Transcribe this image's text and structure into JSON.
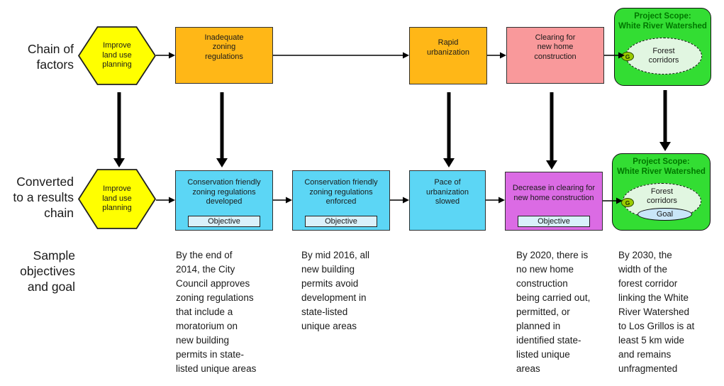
{
  "colors": {
    "strategy_yellow": "#FFFF00",
    "factor_orange": "#FFB717",
    "threat_pink": "#F9999B",
    "result_cyan": "#5CD6F5",
    "objective_result_magenta": "#DB6BE4",
    "scope_green": "#33DD33",
    "scope_title_green": "#007700",
    "target_ellipse_green": "#E1F6E1",
    "annotation_light_blue": "#D9F1FB",
    "goal_light_blue": "#C9E6F8",
    "target_icon_green": "#9BCC00",
    "arrow_black": "#000000"
  },
  "row_labels": {
    "factors": "Chain of\nfactors",
    "results": "Converted\nto a results\nchain",
    "objectives": "Sample\nobjectives\nand goal"
  },
  "factors_chain": {
    "strategy": "Improve\nland use\nplanning",
    "factor1": "Inadequate\nzoning\nregulations",
    "factor2": "Rapid\nurbanization",
    "direct_threat": "Clearing for\nnew home\nconstruction",
    "scope": {
      "title": "Project Scope:\nWhite River Watershed",
      "target": "Forest\ncorridors",
      "target_icon": "G"
    }
  },
  "results_chain": {
    "strategy": "Improve\nland use\nplanning",
    "result1": "Conservation friendly\nzoning regulations\ndeveloped",
    "result2": "Conservation friendly\nzoning regulations\nenforced",
    "result3": "Pace of\nurbanization\nslowed",
    "result4": "Decrease in clearing for\nnew home construction",
    "objective_label": "Objective",
    "scope": {
      "title": "Project Scope:\nWhite River Watershed",
      "target": "Forest\ncorridors",
      "goal_label": "Goal",
      "target_icon": "G"
    }
  },
  "sample_objectives": {
    "objective_2014": "By the end of\n2014, the City\nCouncil approves\nzoning regulations\nthat include a\nmoratorium on\nnew building\npermits in state-\nlisted unique areas",
    "objective_2016": "By mid 2016, all\nnew building\npermits avoid\ndevelopment in\nstate-listed\nunique areas",
    "objective_2020": "By 2020, there is\nno new home\nconstruction\nbeing carried out,\npermitted, or\nplanned in\nidentified state-\nlisted unique\nareas",
    "goal_2030": "By 2030, the\nwidth of the\nforest corridor\nlinking the White\nRiver Watershed\nto Los Grillos is at\nleast 5 km wide\nand remains\nunfragmented"
  }
}
